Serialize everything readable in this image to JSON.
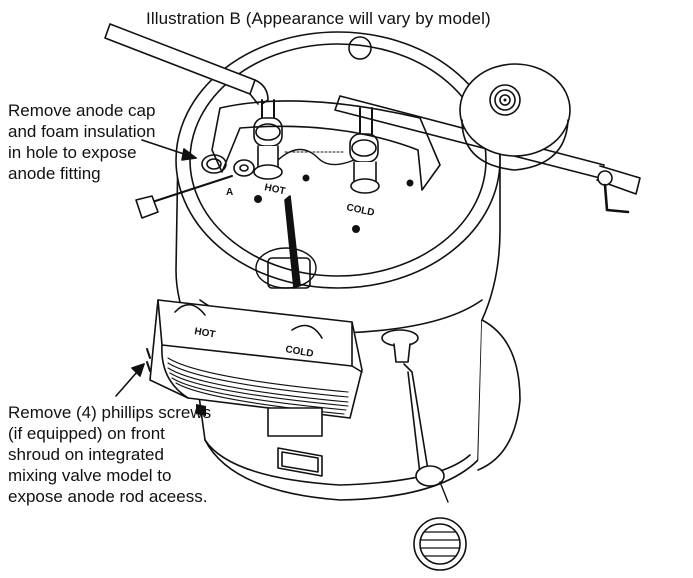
{
  "title": "Illustration B (Appearance will vary by model)",
  "callouts": {
    "anode_cap": "Remove anode cap and foam insulation in hole to expose anode fitting",
    "shroud_screws": "Remove (4) phillips screws (if equipped) on front shroud on integrated mixing valve model to expose anode rod aceess."
  },
  "labels": {
    "hot_top": "HOT",
    "cold_top": "COLD",
    "anode": "A",
    "hot_shroud": "HOT",
    "cold_shroud": "COLD"
  }
}
